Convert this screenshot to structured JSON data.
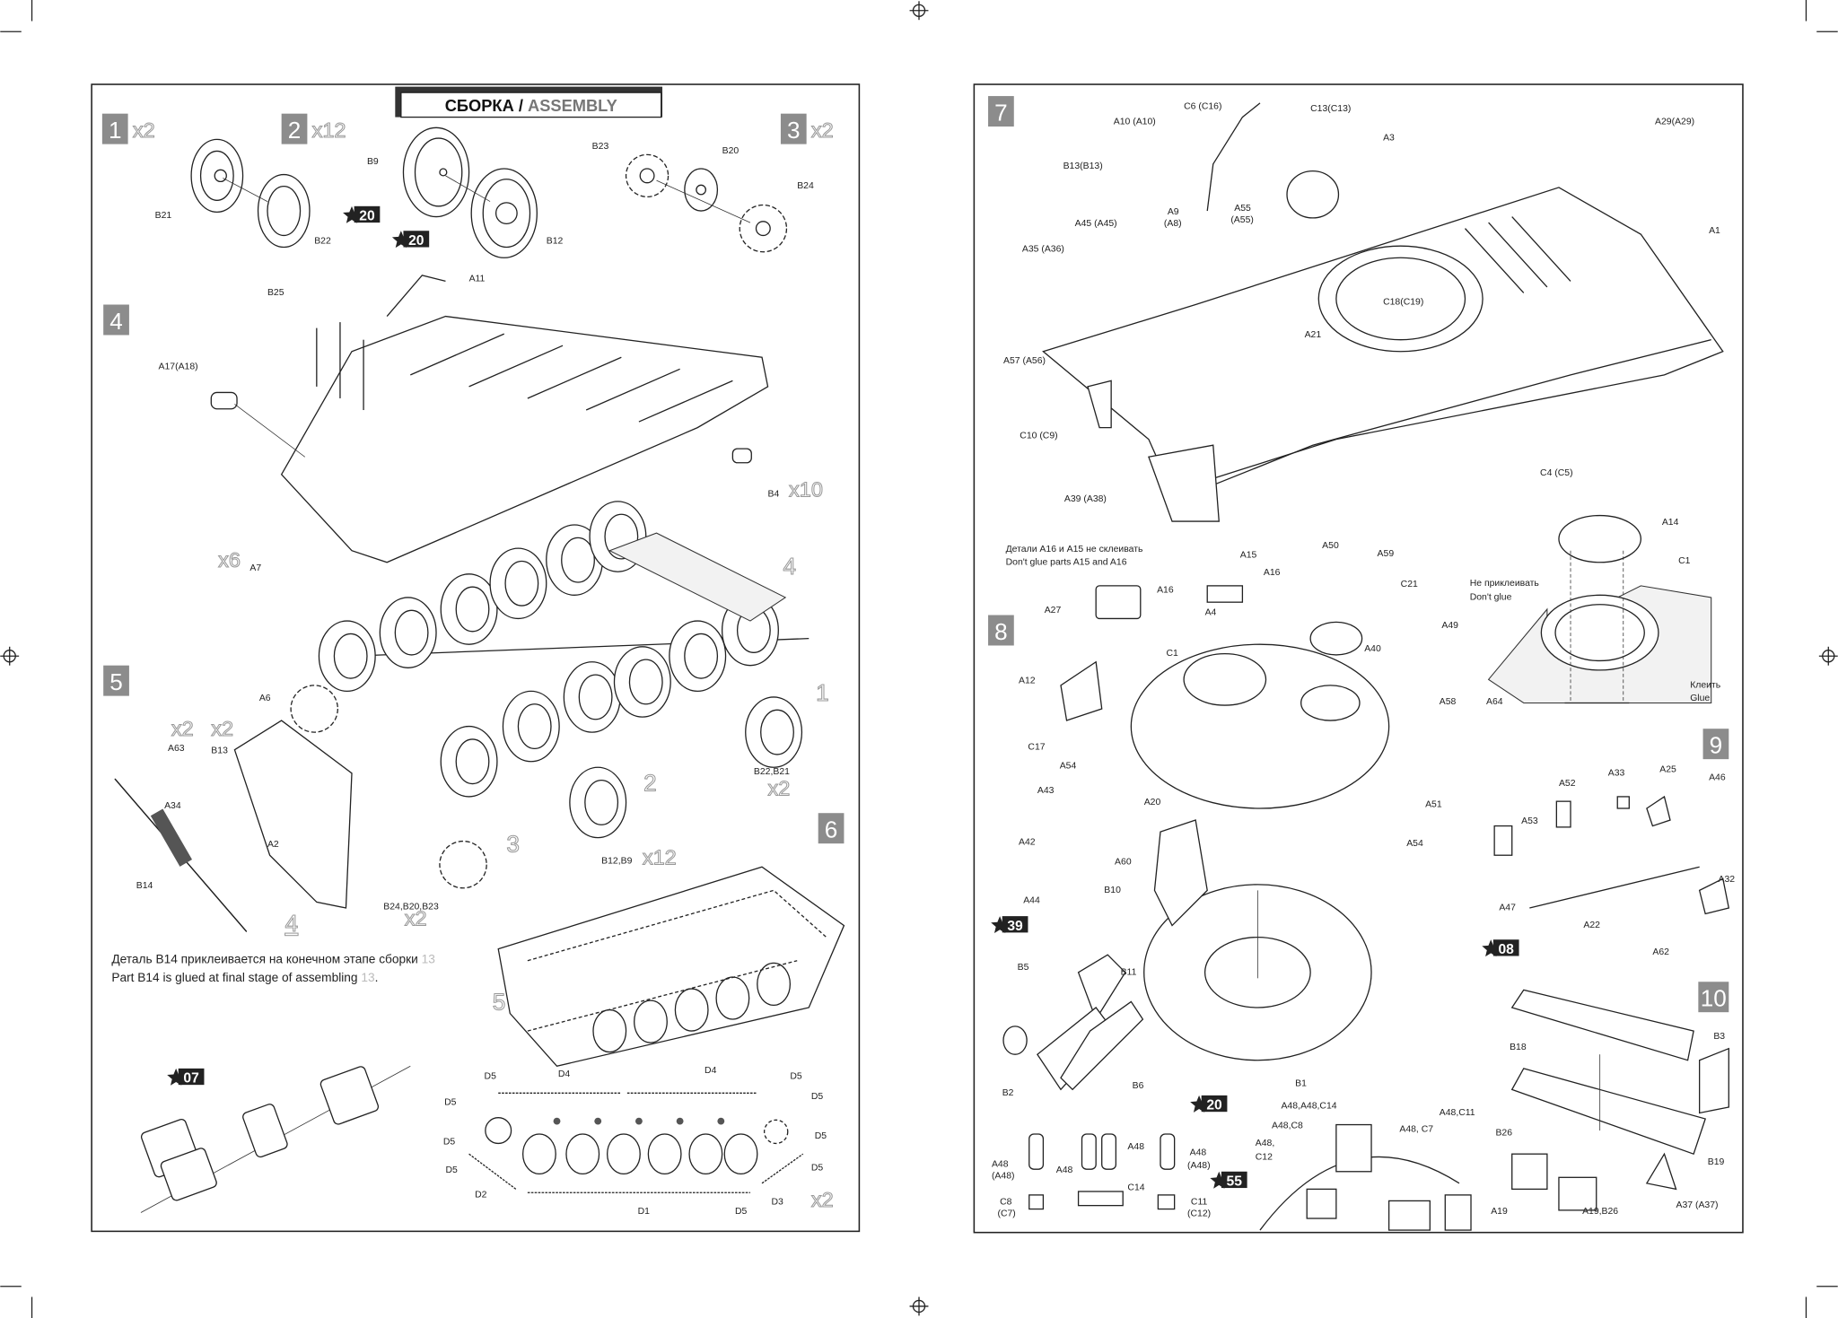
{
  "title": {
    "ru": "СБОРКА",
    "sep": " / ",
    "en": "ASSEMBLY"
  },
  "steps": [
    {
      "number": "1",
      "multiplier": "x2"
    },
    {
      "number": "2",
      "multiplier": "x12"
    },
    {
      "number": "3",
      "multiplier": "x2"
    },
    {
      "number": "4",
      "multiplier": ""
    },
    {
      "number": "5",
      "multiplier": ""
    },
    {
      "number": "6",
      "multiplier": ""
    },
    {
      "number": "7",
      "multiplier": ""
    },
    {
      "number": "8",
      "multiplier": ""
    },
    {
      "number": "9",
      "multiplier": ""
    },
    {
      "number": "10",
      "multiplier": ""
    }
  ],
  "badges": [
    "20",
    "20",
    "07",
    "39",
    "08",
    "20",
    "55"
  ],
  "notes": {
    "b14_ru": "Деталь B14 приклеивается на конечном этапе сборки",
    "b14_en": "Part B14 is glued at final stage of assembling",
    "b14_step": "13",
    "a15_ru": "Детали A16 и A15 не склеивать",
    "a15_en": "Don't glue parts A15 and A16",
    "dont_glue_ru": "Не приклеивать",
    "dont_glue_en": "Don't glue",
    "glue_ru": "Клеить",
    "glue_en": "Glue"
  },
  "left_labels": [
    "B21",
    "B22",
    "B9",
    "B12",
    "B23",
    "B20",
    "B24",
    "B25",
    "A11",
    "A17(A18)",
    "B4",
    "x10",
    "x6",
    "A7",
    "4",
    "A6",
    "x2",
    "x2",
    "A63",
    "B13",
    "A34",
    "A2",
    "B14",
    "4",
    "1",
    "B22,B21",
    "x2",
    "2",
    "B12,B9",
    "x12",
    "3",
    "B24,B20,B23",
    "x2",
    "5",
    "D5",
    "D4",
    "D4",
    "D5",
    "D5",
    "D5",
    "D5",
    "D5",
    "D5",
    "D5",
    "D2",
    "D1",
    "D5",
    "D3",
    "x2"
  ],
  "right_labels": [
    "C6 (C16)",
    "C13(C13)",
    "A10 (A10)",
    "A3",
    "A29(A29)",
    "B13(B13)",
    "A9",
    "(A8)",
    "A55",
    "(A55)",
    "A45 (A45)",
    "A1",
    "A35 (A36)",
    "C18(C19)",
    "A21",
    "A57 (A56)",
    "C10 (C9)",
    "C4 (C5)",
    "A39 (A38)",
    "A15",
    "A50",
    "A59",
    "A16",
    "A16",
    "C21",
    "A27",
    "A4",
    "A49",
    "A40",
    "C1",
    "A12",
    "A58",
    "C17",
    "A54",
    "A43",
    "A20",
    "A51",
    "A42",
    "A54",
    "A60",
    "A44",
    "B10",
    "B5",
    "B11",
    "B1",
    "B2",
    "B6",
    "A14",
    "C1",
    "A64",
    "A52",
    "A33",
    "A25",
    "A46",
    "A53",
    "A32",
    "A47",
    "A22",
    "A62",
    "B18",
    "B3",
    "B26",
    "B19",
    "A19",
    "A19,B26",
    "A37 (A37)",
    "A48",
    "(A48)",
    "A48",
    "A48",
    "A48",
    "(A48)",
    "C8",
    "(C7)",
    "C14",
    "C11",
    "(C12)",
    "A48,A48,C14",
    "A48,C8",
    "A48,",
    "C12",
    "A48, C7",
    "A48,C11"
  ],
  "colors": {
    "step_box": "#8c8c8c",
    "ink": "#222222",
    "badge": "#222222"
  }
}
